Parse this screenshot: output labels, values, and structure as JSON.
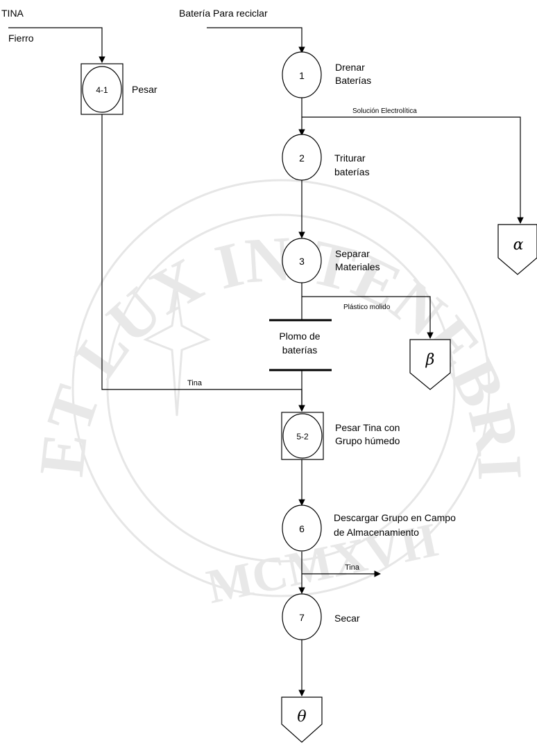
{
  "watermark": {
    "motto": "ET LUX IN TENEBRIS LUCET",
    "year": "MCMXVII"
  },
  "inputs": {
    "left_top": "TINA",
    "left_bottom": "Fierro",
    "main": "Batería Para reciclar"
  },
  "operations": [
    {
      "num": "1",
      "line1": "Drenar",
      "line2": "Baterías"
    },
    {
      "num": "2",
      "line1": "Triturar",
      "line2": "baterías"
    },
    {
      "num": "3",
      "line1": "Separar",
      "line2": "Materiales"
    },
    {
      "num": "4-1",
      "line1": "Pesar",
      "line2": ""
    },
    {
      "num": "5-2",
      "line1": "Pesar Tina con",
      "line2": "Grupo húmedo"
    },
    {
      "num": "6",
      "line1": "Descargar Grupo en Campo",
      "line2": "de Almacenamiento"
    },
    {
      "num": "7",
      "line1": "Secar",
      "line2": ""
    }
  ],
  "storage": {
    "line1": "Plomo de",
    "line2": "baterías"
  },
  "flows": {
    "electrolyte": "Solución Electrolítica",
    "plastic": "Plástico molido",
    "tina_in": "Tina",
    "tina_out": "Tina"
  },
  "outputs": {
    "alpha": "α",
    "beta": "β",
    "theta": "θ"
  }
}
